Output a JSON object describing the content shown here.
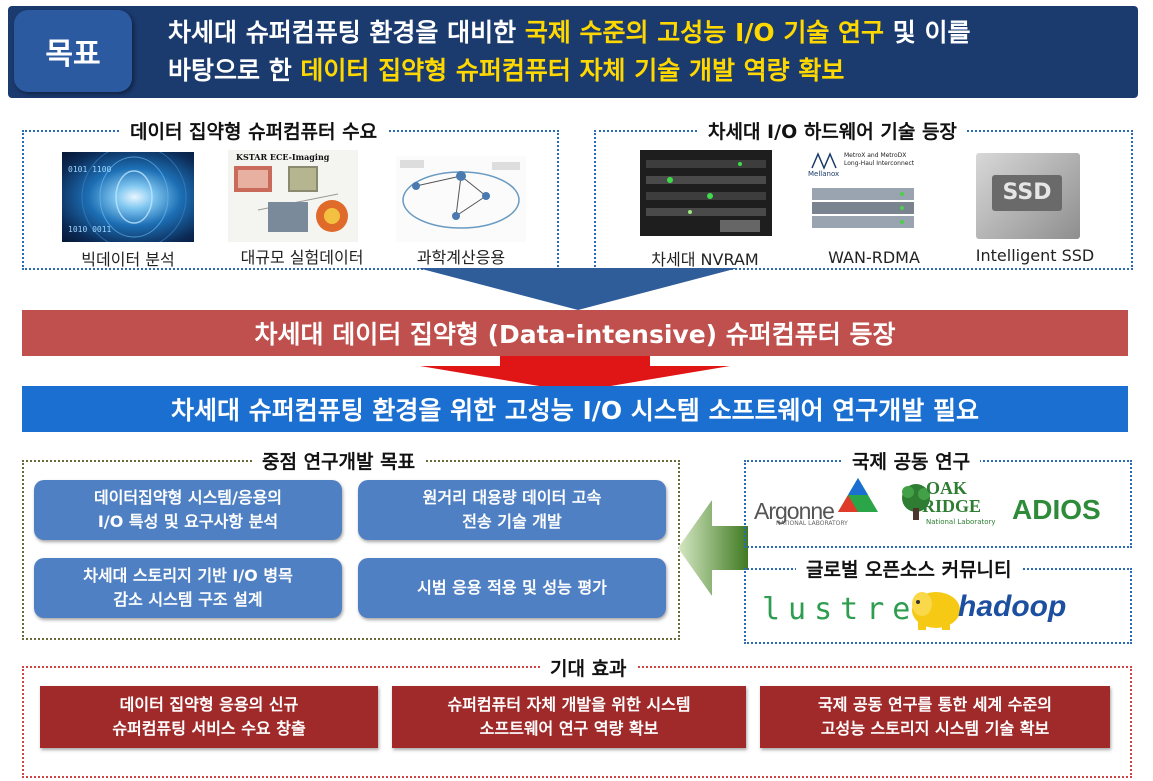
{
  "goal": {
    "badge": "목표",
    "line1_a": "차세대 슈퍼컴퓨팅 환경을 대비한 ",
    "line1_b": "국제 수준의 고성능 I/O 기술 연구",
    "line1_c": " 및 이를",
    "line2_a": "바탕으로 한 ",
    "line2_b": "데이터 집약형 슈퍼컴퓨터 자체 기술 개발 역량 확보"
  },
  "demand": {
    "title": "데이터 집약형 슈퍼컴퓨터 수요",
    "items": [
      {
        "caption": "빅데이터 분석",
        "icon": "big-data-image"
      },
      {
        "caption": "대규모 실험데이터",
        "icon": "kstar-experiment-image",
        "image_label": "KSTAR ECE-Imaging"
      },
      {
        "caption": "과학계산응용",
        "icon": "scientific-computing-image"
      }
    ]
  },
  "hardware": {
    "title": "차세대 I/O 하드웨어 기술 등장",
    "items": [
      {
        "caption": "차세대 NVRAM",
        "icon": "nvram-image"
      },
      {
        "caption": "WAN-RDMA",
        "icon": "wan-rdma-image",
        "brand": "Mellanox",
        "image_label": "MetroX and MetroDX Long-Haul Interconnect"
      },
      {
        "caption": "Intelligent SSD",
        "icon": "ssd-image",
        "image_label": "SSD"
      }
    ]
  },
  "banner1": "차세대 데이터 집약형 (Data-intensive) 슈퍼컴퓨터 등장",
  "banner2": "차세대 슈퍼컴퓨팅 환경을 위한 고성능 I/O 시스템 소프트웨어 연구개발 필요",
  "focus": {
    "title": "중점 연구개발 목표",
    "items": [
      {
        "line1": "데이터집약형 시스템/응용의",
        "line2": "I/O 특성 및 요구사항 분석"
      },
      {
        "line1": "원거리 대용량 데이터 고속",
        "line2": "전송 기술 개발"
      },
      {
        "line1": "차세대 스토리지 기반 I/O 병목",
        "line2": "감소 시스템 구조 설계"
      },
      {
        "line1": "시범 응용 적용 및 성능 평가",
        "line2": ""
      }
    ]
  },
  "intl": {
    "title": "국제 공동 연구",
    "logos": [
      {
        "text": "Argonne",
        "sub": "NATIONAL LABORATORY"
      },
      {
        "text": "OAK",
        "text2": "RIDGE",
        "sub": "National Laboratory"
      },
      {
        "text": "ADIOS"
      }
    ]
  },
  "oss": {
    "title": "글로벌 오픈소스 커뮤니티",
    "logos": [
      {
        "text": "lustre"
      },
      {
        "text": "hadoop"
      }
    ]
  },
  "effects": {
    "title": "기대 효과",
    "items": [
      {
        "line1": "데이터 집약형 응용의 신규",
        "line2": "슈퍼컴퓨팅 서비스 수요 창출"
      },
      {
        "line1": "슈퍼컴퓨터 자체 개발을 위한 시스템",
        "line2": "소프트웨어 연구 역량 확보"
      },
      {
        "line1": "국제 공동 연구를 통한 세계 수준의",
        "line2": "고성능 스토리지 시스템 기술 확보"
      }
    ]
  },
  "colors": {
    "goal_bg": "#1b3a6e",
    "highlight": "#ffd800",
    "banner1_bg": "#c0504d",
    "banner2_bg": "#1a6fd0",
    "focus_button": "#4f80c3",
    "effect_button": "#a02a2a",
    "arrow_green": "#4e8a2e"
  }
}
